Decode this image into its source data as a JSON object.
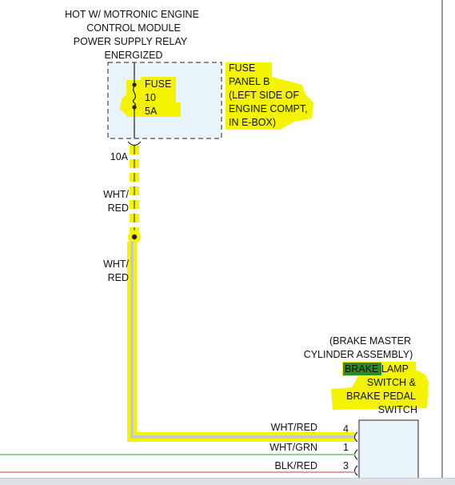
{
  "header": {
    "lines": [
      "HOT W/ MOTRONIC ENGINE",
      "CONTROL MODULE",
      "POWER SUPPLY RELAY",
      "ENERGIZED"
    ]
  },
  "fuse": {
    "label": "FUSE",
    "number": "10",
    "rating": "5A"
  },
  "fuse_panel": {
    "lines": [
      "FUSE",
      "PANEL B",
      "(LEFT SIDE OF",
      "ENGINE COMPT,",
      "IN E-BOX)"
    ]
  },
  "wire_labels": {
    "connector": "10A",
    "seg1_line1": "WHT/",
    "seg1_line2": "RED",
    "seg2_line1": "WHT/",
    "seg2_line2": "RED"
  },
  "component": {
    "parent_line1": "(BRAKE MASTER",
    "parent_line2": "CYLINDER ASSEMBLY)",
    "highlight_word": "BRAKE",
    "name_line1_rest": " LAMP",
    "name_line2": "SWITCH &",
    "name_line3": "BRAKE PEDAL",
    "name_line4": "SWITCH"
  },
  "pins": [
    {
      "wire": "WHT/RED",
      "pin": "4"
    },
    {
      "wire": "WHT/GRN",
      "pin": "1"
    },
    {
      "wire": "BLK/RED",
      "pin": "3"
    }
  ],
  "colors": {
    "highlight": "#f4f400",
    "green_highlight": "#2e8b22",
    "wire_grey": "#c8c8c8",
    "box_fill": "#e8f4fc",
    "green_wire": "#8fd08a",
    "red_wire": "#d4a4a4"
  }
}
